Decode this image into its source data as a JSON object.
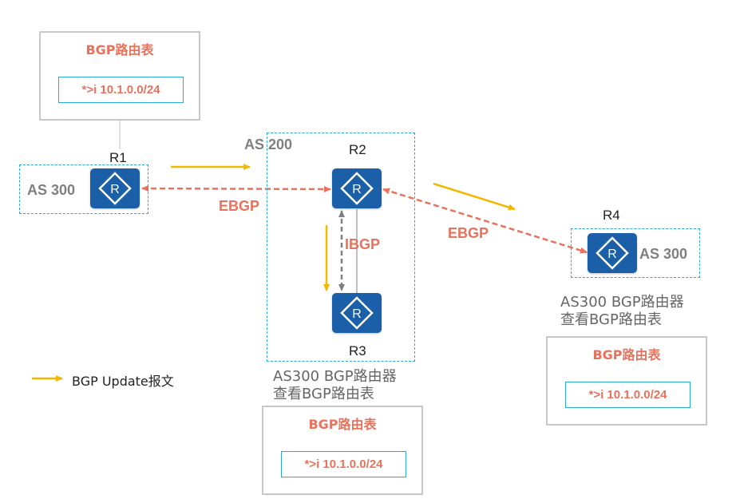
{
  "routers": {
    "r1": {
      "name": "R1"
    },
    "r2": {
      "name": "R2"
    },
    "r3": {
      "name": "R3"
    },
    "r4": {
      "name": "R4"
    }
  },
  "as_areas": {
    "as300_left": "AS 300",
    "as200": "AS 200",
    "as300_right": "AS 300"
  },
  "links": {
    "ebgp_left": "EBGP",
    "ibgp": "IBGP",
    "ebgp_right": "EBGP"
  },
  "tables": {
    "r1_table": {
      "title": "BGP路由表",
      "entry": "*>i  10.1.0.0/24"
    },
    "r3_table": {
      "title": "BGP路由表",
      "entry": "*>i  10.1.0.0/24"
    },
    "r4_table": {
      "title": "BGP路由表",
      "entry": "*>i  10.1.0.0/24"
    }
  },
  "notes": {
    "middle_line1": "AS300 BGP路由器",
    "middle_line2": "查看BGP路由表",
    "right_line1": "AS300 BGP路由器",
    "right_line2": "查看BGP路由表"
  },
  "legend": {
    "label": "BGP Update报文"
  },
  "colors": {
    "update_arrow": "#f2b800",
    "session_line": "#e8725c",
    "ibgp_line": "#7f7f7f",
    "as_border": "#2aa8d8",
    "router_fill": "#1a5fa8"
  }
}
